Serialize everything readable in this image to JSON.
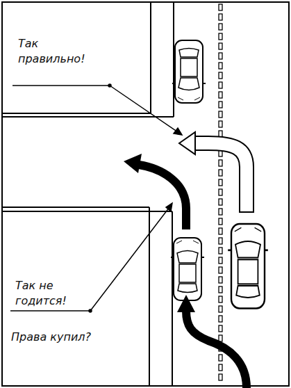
{
  "diagram": {
    "labels": [
      "Так правильно!",
      "Так не годится!",
      "Права купил?"
    ]
  }
}
